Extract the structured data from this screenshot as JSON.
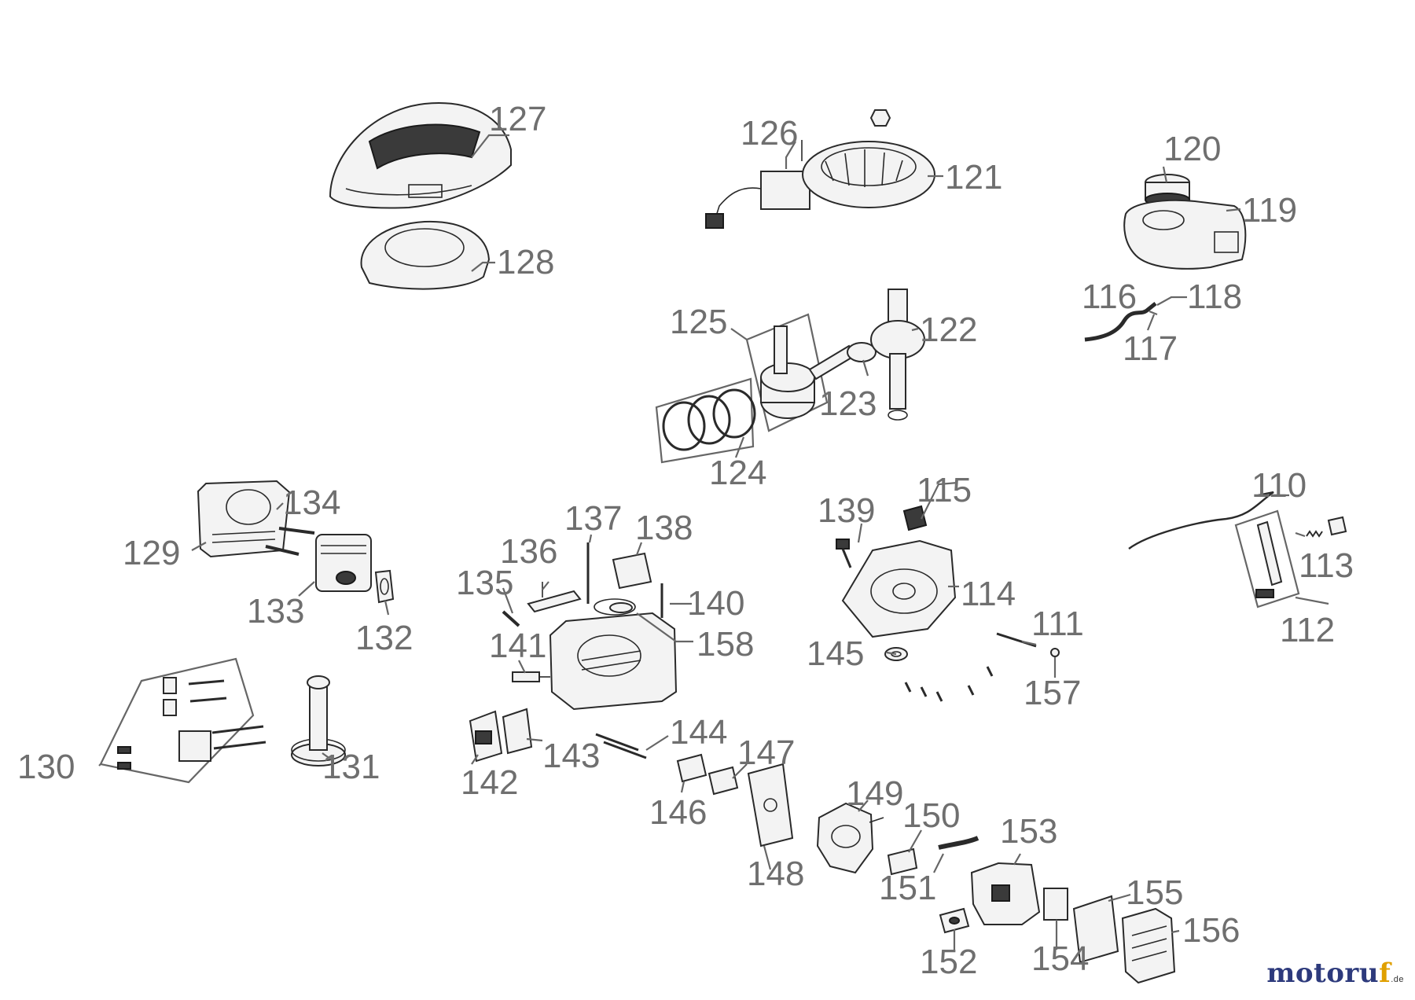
{
  "parts": [
    "110",
    "111",
    "112",
    "113",
    "114",
    "115",
    "116",
    "117",
    "118",
    "119",
    "120",
    "121",
    "122",
    "123",
    "124",
    "125",
    "126",
    "127",
    "128",
    "129",
    "130",
    "131",
    "132",
    "133",
    "134",
    "135",
    "136",
    "137",
    "138",
    "139",
    "140",
    "141",
    "142",
    "143",
    "144",
    "145",
    "146",
    "147",
    "148",
    "149",
    "150",
    "151",
    "152",
    "153",
    "154",
    "155",
    "156",
    "157",
    "158"
  ],
  "brand": {
    "name_main": "motoru",
    "name_accent": "f",
    "tld": ".de"
  },
  "colors": {
    "label": "#6f6f6f",
    "brand": "#2d3a7c",
    "brand_accent": "#e0a000"
  }
}
